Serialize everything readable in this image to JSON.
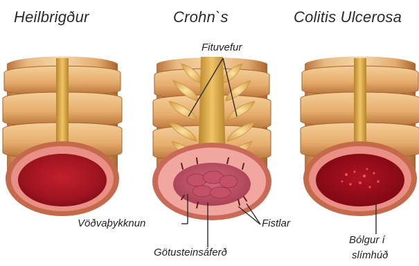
{
  "titles": {
    "healthy": "Heilbrigður",
    "crohns": "Crohn`s",
    "colitis": "Colitis Ulcerosa"
  },
  "labels": {
    "fat": "Fituvefur",
    "muscle": "Vöðvaþykknun",
    "cobblestone": "Götusteinsáferð",
    "fistulas": "Fistlar",
    "inflammation_line1": "Bólgur í",
    "inflammation_line2": "slímhúð"
  }
}
